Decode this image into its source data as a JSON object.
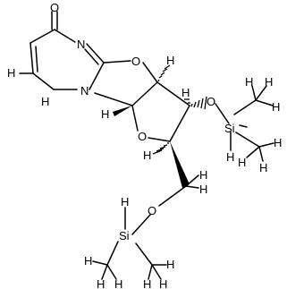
{
  "atoms": {
    "carbonyl_oxygen": "O",
    "ring_nitrogen_top": "N",
    "ring_nitrogen_fused": "N",
    "oxazoline_oxygen": "O",
    "furanose_oxygen": "O",
    "silyl_ether_oxygen_3": "O",
    "silyl_ether_oxygen_5": "O",
    "silicon_3": "Si",
    "silicon_5": "Si",
    "hydrogen": "H"
  },
  "colors": {
    "bond": "#000000",
    "label": "#000000",
    "background": "#ffffff"
  }
}
